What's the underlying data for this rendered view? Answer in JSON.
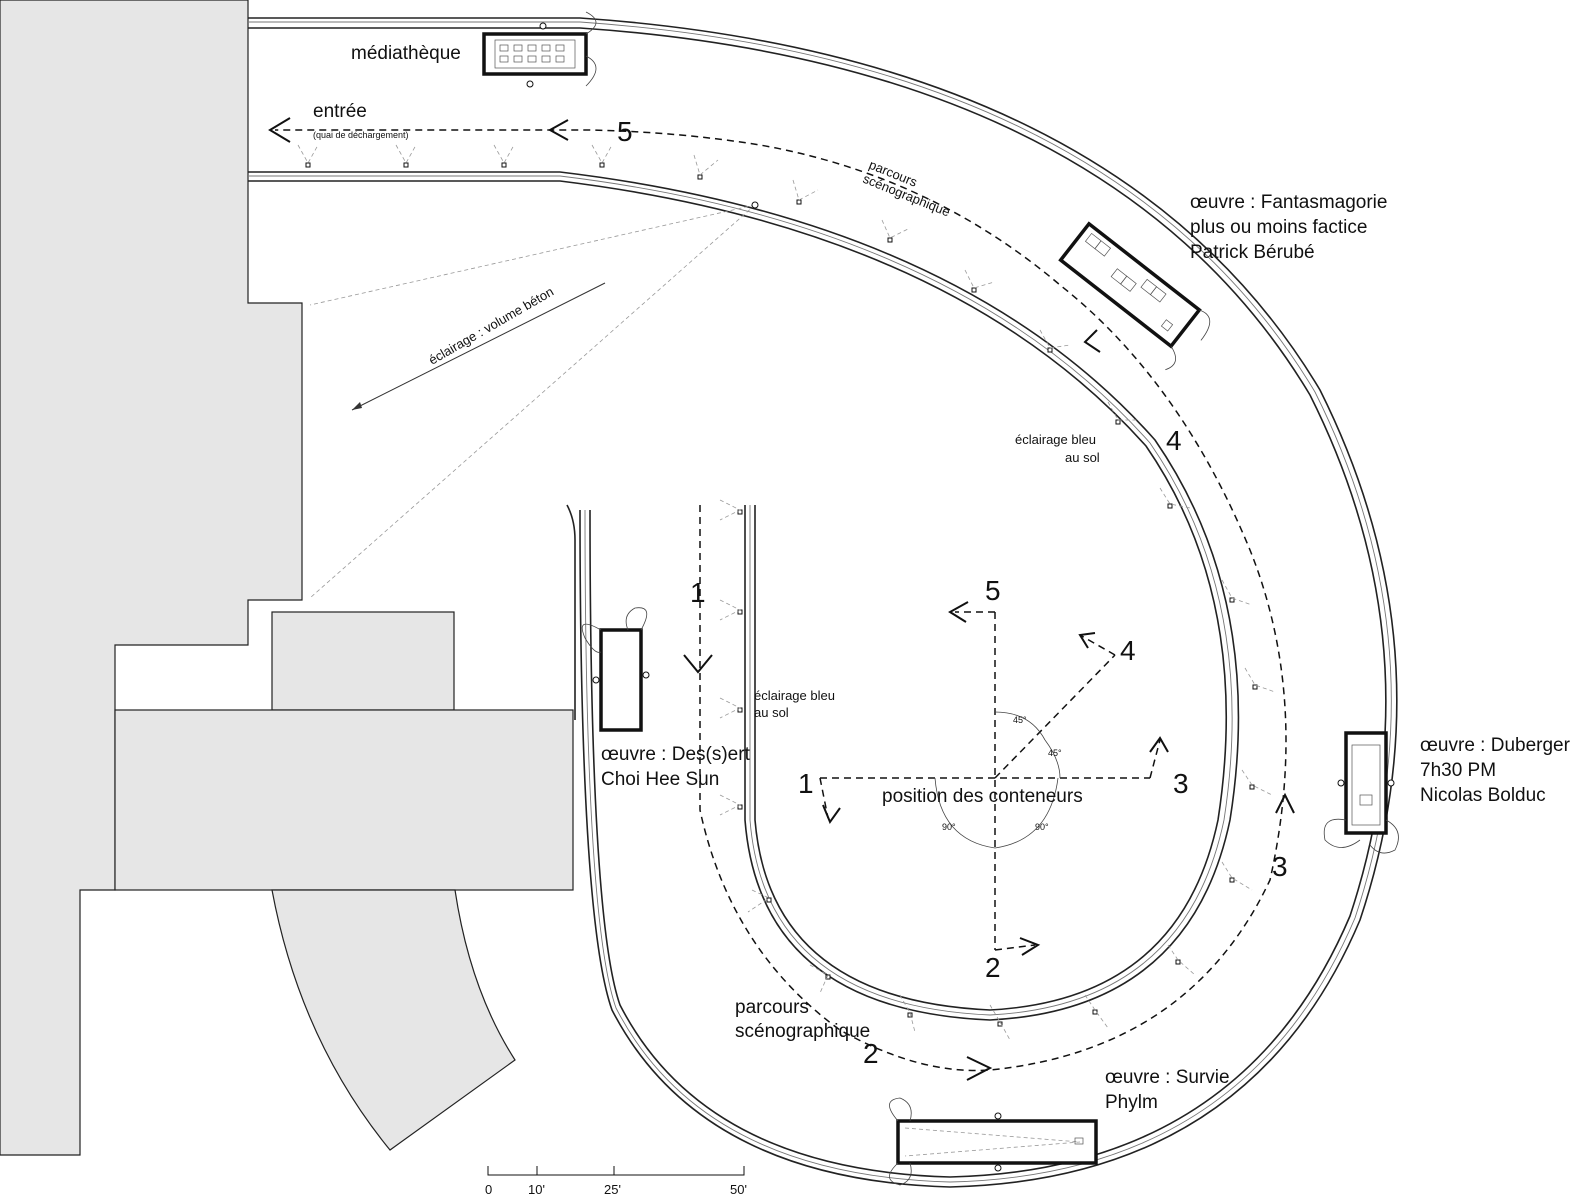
{
  "labels": {
    "mediatheque": "médiathèque",
    "entree": "entrée",
    "quai": "(quai de déchargement)",
    "parcours_top_1": "parcours",
    "parcours_top_2": "scénographique",
    "parcours_bottom_1": "parcours",
    "parcours_bottom_2": "scénographique",
    "eclairage_beton": "éclairage : volume béton",
    "eclairage_bleu_1": "éclairage bleu",
    "eclairage_bleu_1b": "au sol",
    "eclairage_bleu_2": "éclairage bleu",
    "eclairage_bleu_2b": "au sol",
    "position": "position des conteneurs"
  },
  "works": [
    {
      "title": "œuvre : Fantasmagorie",
      "line2": "plus ou moins factice",
      "line3": "Patrick Bérubé"
    },
    {
      "title": "œuvre : Duberger",
      "line2": "7h30 PM",
      "line3": "Nicolas Bolduc"
    },
    {
      "title": "œuvre : Des(s)ert",
      "line2": "Choi Hee Sun"
    },
    {
      "title": "œuvre : Survie",
      "line2": "Phylm"
    }
  ],
  "path_numbers": [
    "1",
    "2",
    "3",
    "4",
    "5"
  ],
  "container_numbers": [
    "1",
    "2",
    "3",
    "4",
    "5"
  ],
  "angles": [
    "45°",
    "45°",
    "90°",
    "90°"
  ],
  "scale": [
    "0",
    "10'",
    "25'",
    "50'"
  ]
}
